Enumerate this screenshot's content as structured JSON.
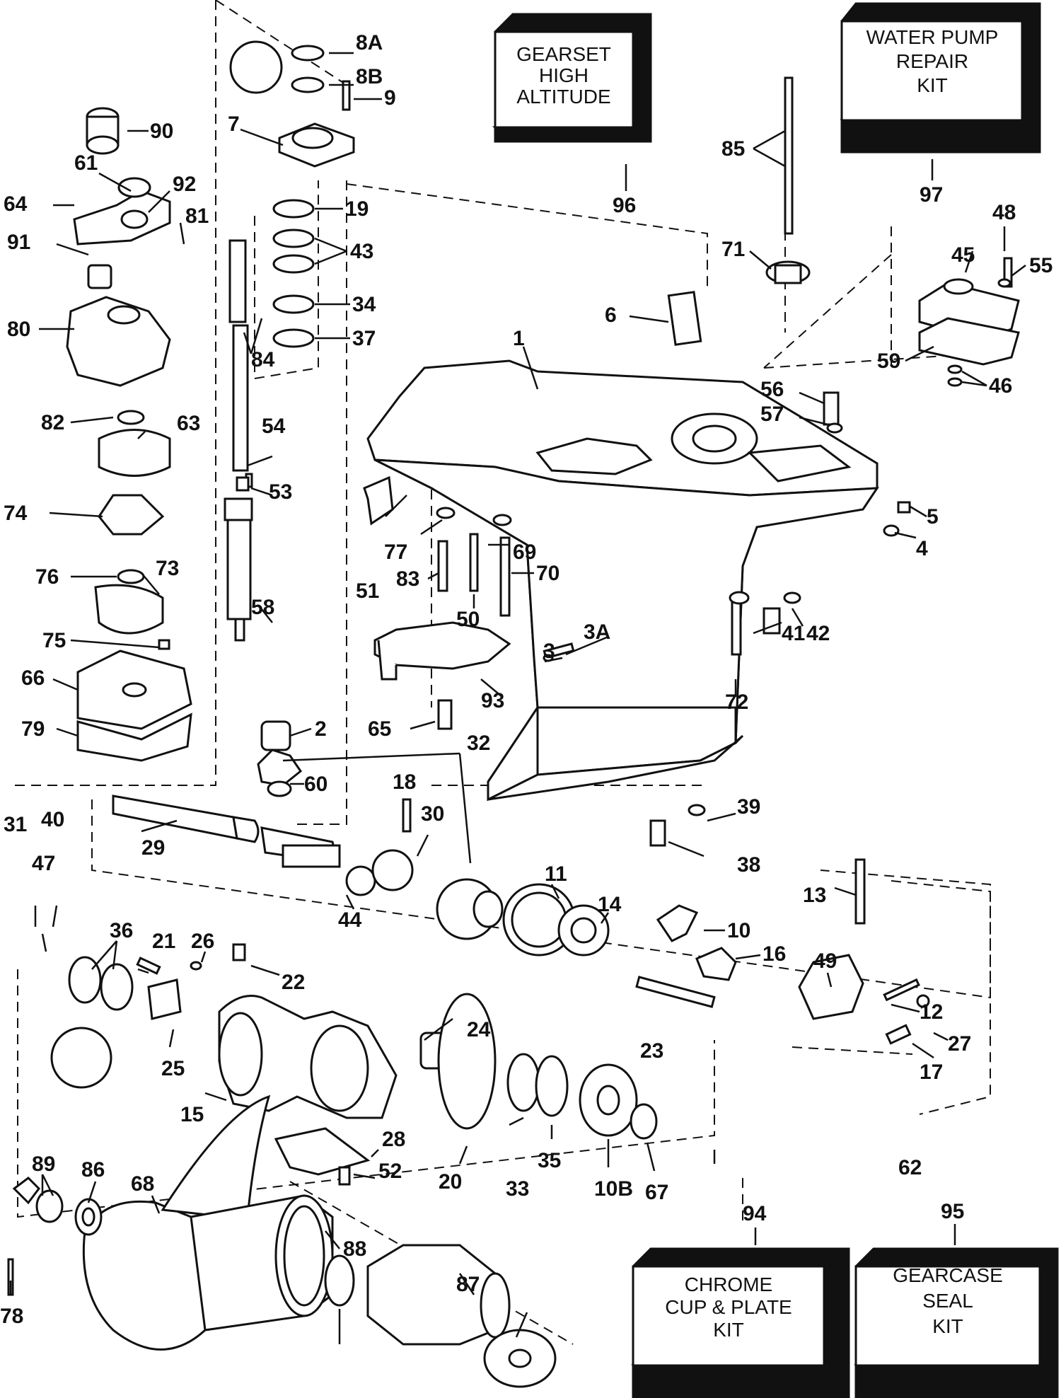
{
  "kits": {
    "k96": {
      "lines": [
        "GEARSET",
        "HIGH",
        "ALTITUDE"
      ],
      "num": "96"
    },
    "k97": {
      "lines": [
        "WATER PUMP",
        "REPAIR",
        "KIT"
      ],
      "num": "97"
    },
    "k94": {
      "lines": [
        "CHROME",
        "CUP & PLATE",
        "KIT"
      ],
      "num": "94"
    },
    "k95": {
      "lines": [
        "GEARCASE",
        "SEAL",
        "KIT"
      ],
      "num": "95"
    }
  },
  "labels": [
    "8A",
    "8B",
    "9",
    "7",
    "90",
    "61",
    "92",
    "64",
    "81",
    "91",
    "80",
    "19",
    "43",
    "34",
    "37",
    "84",
    "54",
    "53",
    "82",
    "63",
    "74",
    "76",
    "73",
    "75",
    "66",
    "79",
    "58",
    "2",
    "60",
    "6",
    "1",
    "85",
    "71",
    "45",
    "48",
    "55",
    "59",
    "46",
    "56",
    "57",
    "5",
    "4",
    "51",
    "77",
    "69",
    "83",
    "70",
    "50",
    "3A",
    "3",
    "93",
    "65",
    "32",
    "41",
    "42",
    "72",
    "39",
    "38",
    "18",
    "30",
    "29",
    "31",
    "40",
    "47",
    "44",
    "11",
    "14",
    "13",
    "10",
    "16",
    "49",
    "12",
    "27",
    "17",
    "36",
    "21",
    "26",
    "22",
    "25",
    "15",
    "24",
    "23",
    "28",
    "52",
    "20",
    "33",
    "35",
    "10B",
    "67",
    "62",
    "89",
    "86",
    "68",
    "88",
    "78",
    "87"
  ]
}
